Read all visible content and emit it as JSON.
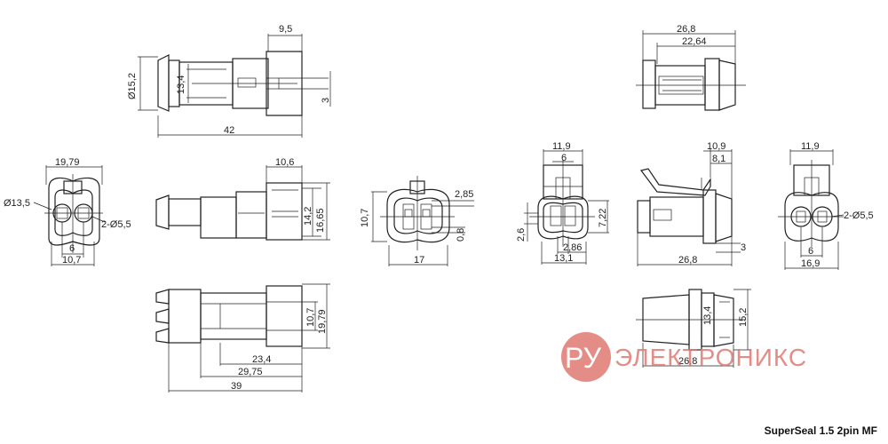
{
  "title": "SuperSeal 1.5 2pin MF",
  "watermark": {
    "prefix": "РУ",
    "text": "ЭЛЕКТРОНИКС",
    "color": "#e07a73"
  },
  "dims": {
    "top_left": {
      "d95": "9,5",
      "d152": "Ø15,2",
      "d134": "13,4",
      "d3": "3",
      "d42": "42"
    },
    "left_front": {
      "d1979": "19,79",
      "d135": "Ø13,5",
      "d255": "2-Ø5,5",
      "d6": "6",
      "d107": "10,7"
    },
    "side_mid": {
      "d106": "10,6",
      "d142": "14,2",
      "d1665": "16,65"
    },
    "bottom_left": {
      "d107": "10,7",
      "d1979": "19,79",
      "d234": "23,4",
      "d2975": "29,75",
      "d39": "39"
    },
    "center_front": {
      "d107": "10,7",
      "d285": "2,85",
      "d08": "0,8",
      "d17": "17"
    },
    "mid_right_front": {
      "d119": "11,9",
      "d6": "6",
      "d26": "2,6",
      "d722": "7,22",
      "d286": "2,86",
      "d131": "13,1"
    },
    "top_right": {
      "d268": "26,8",
      "d2264": "22,64"
    },
    "side_right": {
      "d109": "10,9",
      "d81": "8,1",
      "d3": "3",
      "d268": "26,8"
    },
    "far_right_front": {
      "d119": "11,9",
      "d255": "2-Ø5,5",
      "d6": "6",
      "d169": "16,9"
    },
    "bottom_right": {
      "d134": "13,4",
      "d152": "15,2",
      "d268": "26,8"
    }
  }
}
